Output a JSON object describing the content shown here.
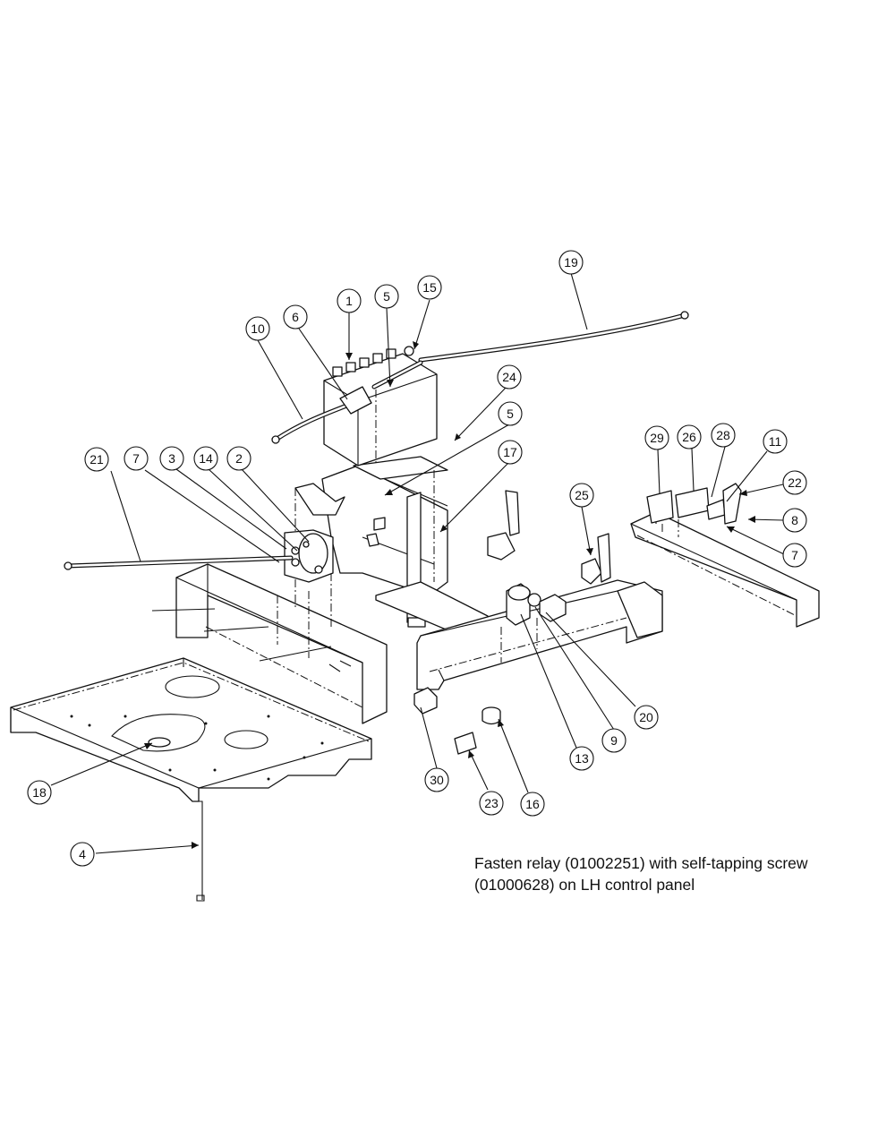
{
  "note": {
    "line1": "Fasten relay (01002251) with self-tapping screw",
    "line2": "(01000628) on LH control panel"
  },
  "callouts": [
    {
      "id": "c1",
      "label": "1"
    },
    {
      "id": "c2",
      "label": "2"
    },
    {
      "id": "c3",
      "label": "3"
    },
    {
      "id": "c4",
      "label": "4"
    },
    {
      "id": "c5a",
      "label": "5"
    },
    {
      "id": "c5b",
      "label": "5"
    },
    {
      "id": "c6",
      "label": "6"
    },
    {
      "id": "c7a",
      "label": "7"
    },
    {
      "id": "c7b",
      "label": "7"
    },
    {
      "id": "c8",
      "label": "8"
    },
    {
      "id": "c9",
      "label": "9"
    },
    {
      "id": "c10",
      "label": "10"
    },
    {
      "id": "c11",
      "label": "11"
    },
    {
      "id": "c13",
      "label": "13"
    },
    {
      "id": "c14",
      "label": "14"
    },
    {
      "id": "c15",
      "label": "15"
    },
    {
      "id": "c16",
      "label": "16"
    },
    {
      "id": "c17",
      "label": "17"
    },
    {
      "id": "c18",
      "label": "18"
    },
    {
      "id": "c19",
      "label": "19"
    },
    {
      "id": "c20",
      "label": "20"
    },
    {
      "id": "c21",
      "label": "21"
    },
    {
      "id": "c22",
      "label": "22"
    },
    {
      "id": "c23",
      "label": "23"
    },
    {
      "id": "c24",
      "label": "24"
    },
    {
      "id": "c25",
      "label": "25"
    },
    {
      "id": "c26",
      "label": "26"
    },
    {
      "id": "c28",
      "label": "28"
    },
    {
      "id": "c29",
      "label": "29"
    },
    {
      "id": "c30",
      "label": "30"
    }
  ]
}
